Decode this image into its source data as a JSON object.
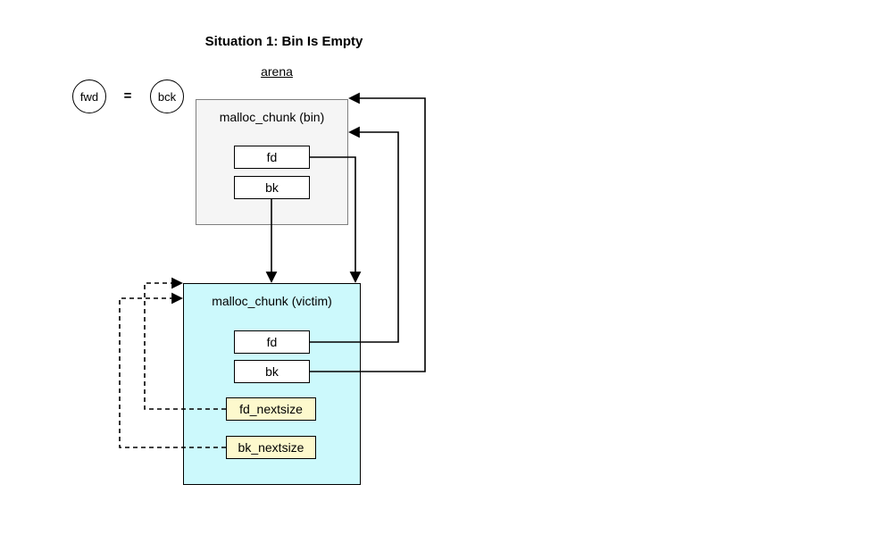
{
  "title": "Situation 1: Bin Is Empty",
  "pointer_note": {
    "fwd": "fwd",
    "equals": "=",
    "bck": "bck"
  },
  "arena": {
    "label": "arena"
  },
  "bin_chunk": {
    "title": "malloc_chunk (bin)",
    "fields": [
      "fd",
      "bk"
    ]
  },
  "victim_chunk": {
    "title": "malloc_chunk (victim)",
    "fields": [
      "fd",
      "bk"
    ],
    "nextsize_fields": [
      "fd_nextsize",
      "bk_nextsize"
    ]
  },
  "colors": {
    "canvas_background": "#ffffff",
    "bin_fill": "#f5f5f5",
    "bin_border": "#7f7f7f",
    "victim_fill": "#ccf9fc",
    "nextsize_fill": "#fdf9cd",
    "box_border": "#000000",
    "line": "#000000"
  }
}
